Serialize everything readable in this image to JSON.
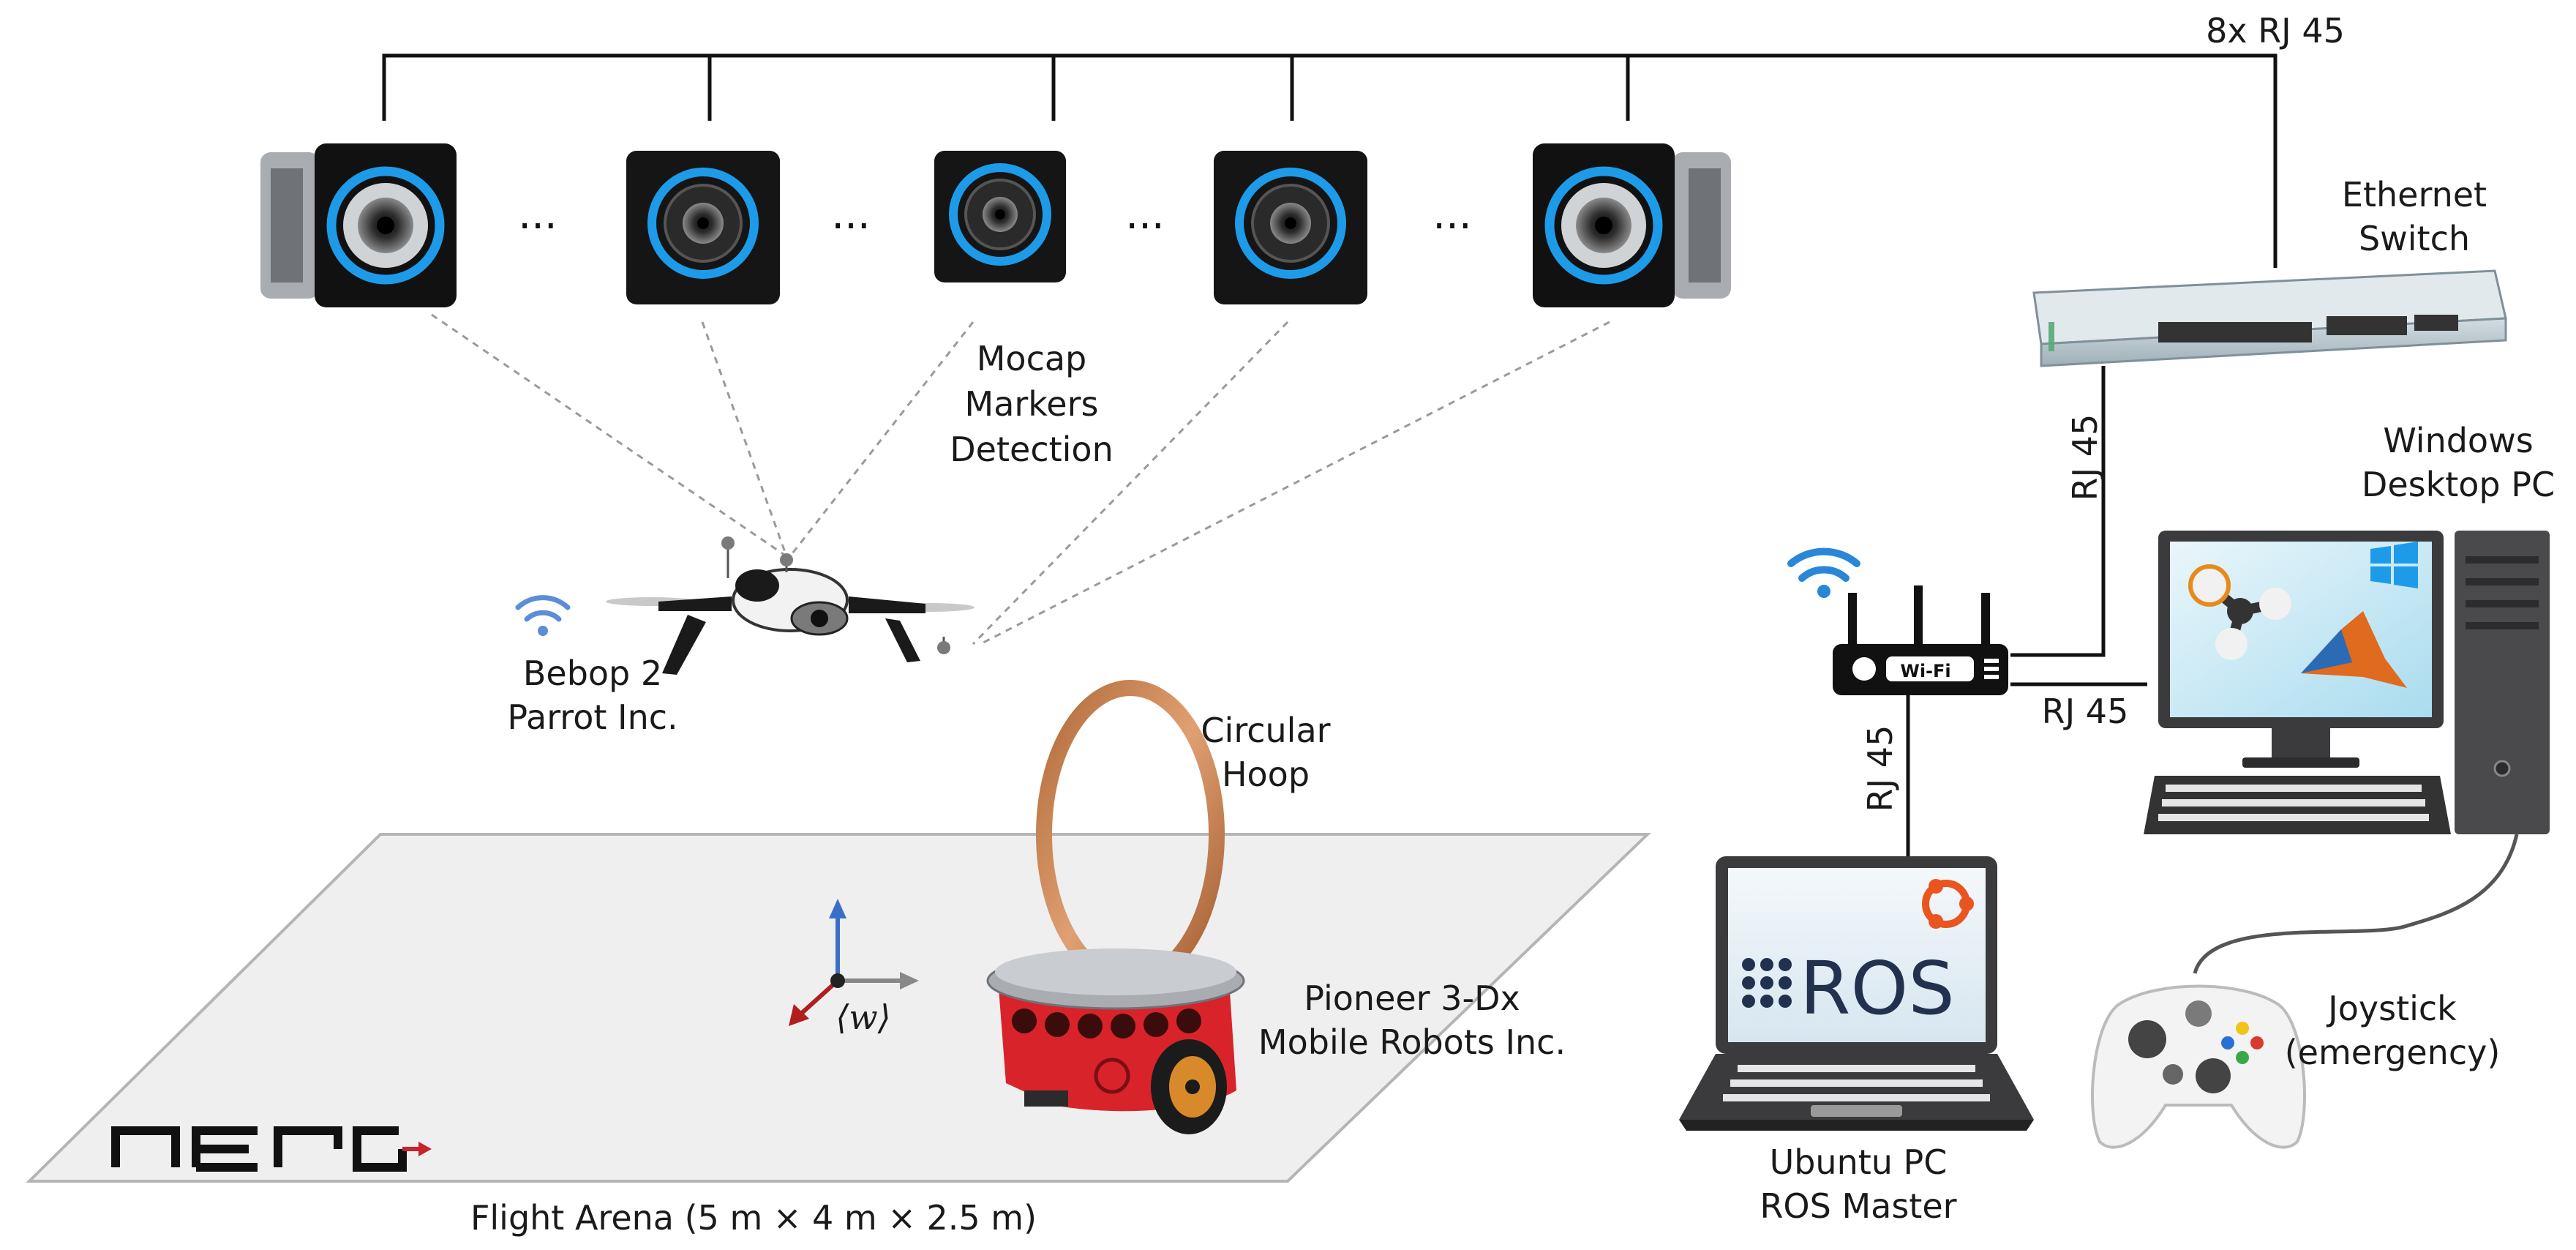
{
  "network": {
    "cable_label": "8x RJ 45",
    "switch_label": [
      "Ethernet",
      "Switch"
    ],
    "rj45_switch_router": "RJ 45",
    "rj45_router_desktop": "RJ 45",
    "rj45_router_laptop": "RJ 45"
  },
  "cameras": {
    "ellipsis": "...",
    "detection_label": [
      "Mocap",
      "Markers",
      "Detection"
    ]
  },
  "drone": {
    "label": [
      "Bebop 2",
      "Parrot Inc."
    ]
  },
  "hoop": {
    "label": [
      "Circular",
      "Hoop"
    ]
  },
  "robot": {
    "label": [
      "Pioneer 3-Dx",
      "Mobile Robots Inc."
    ]
  },
  "frame": {
    "label": "⟨w⟩"
  },
  "arena": {
    "label": "Flight Arena (5 m × 4 m × 2.5 m)",
    "logo": "nero"
  },
  "router": {
    "wifi_text": "Wi-Fi"
  },
  "desktop": {
    "label": [
      "Windows",
      "Desktop PC"
    ]
  },
  "laptop": {
    "label": [
      "Ubuntu PC",
      "ROS Master"
    ],
    "screen_text": "ROS"
  },
  "joystick": {
    "label": [
      "Joystick",
      "(emergency)"
    ]
  },
  "colors": {
    "camera_ring": "#1e9be8",
    "robot_body": "#d8232a",
    "hoop": "#c8804e",
    "wifi_icon": "#2a86d6",
    "ubuntu": "#e95420",
    "axis_z": "#3a6fc8",
    "axis_x": "#888888",
    "axis_y": "#b01e1e"
  }
}
